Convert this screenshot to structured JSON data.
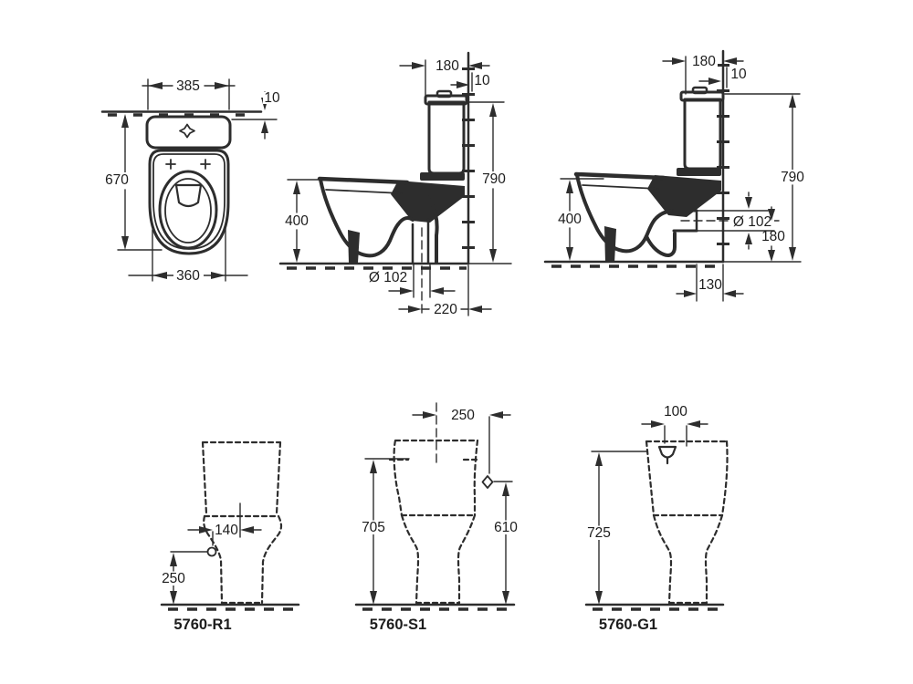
{
  "drawing_type": "sanitary-ware dimensional drawing (close-coupled WC)",
  "colors": {
    "ink": "#2d2d2d",
    "background": "#ffffff"
  },
  "views": {
    "plan": {
      "dims": {
        "seat_width": "385",
        "wall_gap": "10",
        "depth": "670",
        "bowl_width": "360"
      }
    },
    "side_floor_outlet": {
      "dims": {
        "cistern_depth": "180",
        "wall_gap": "10",
        "total_height": "790",
        "rim_height": "400",
        "outlet_diameter": "Ø 102",
        "outlet_center_from_wall": "220"
      }
    },
    "side_wall_outlet": {
      "dims": {
        "cistern_depth": "180",
        "wall_gap": "10",
        "total_height": "790",
        "rim_height": "400",
        "outlet_diameter": "Ø 102",
        "outlet_center_height": "180",
        "outlet_from_wall": "130"
      }
    },
    "variant_r1": {
      "label": "5760-R1",
      "dims": {
        "inlet_offset": "140",
        "inlet_height": "250"
      }
    },
    "variant_s1": {
      "label": "5760-S1",
      "dims": {
        "top_offset": "250",
        "height": "705",
        "inlet_height": "610"
      }
    },
    "variant_g1": {
      "label": "5760-G1",
      "dims": {
        "inlet_width": "100",
        "height": "725"
      }
    }
  }
}
